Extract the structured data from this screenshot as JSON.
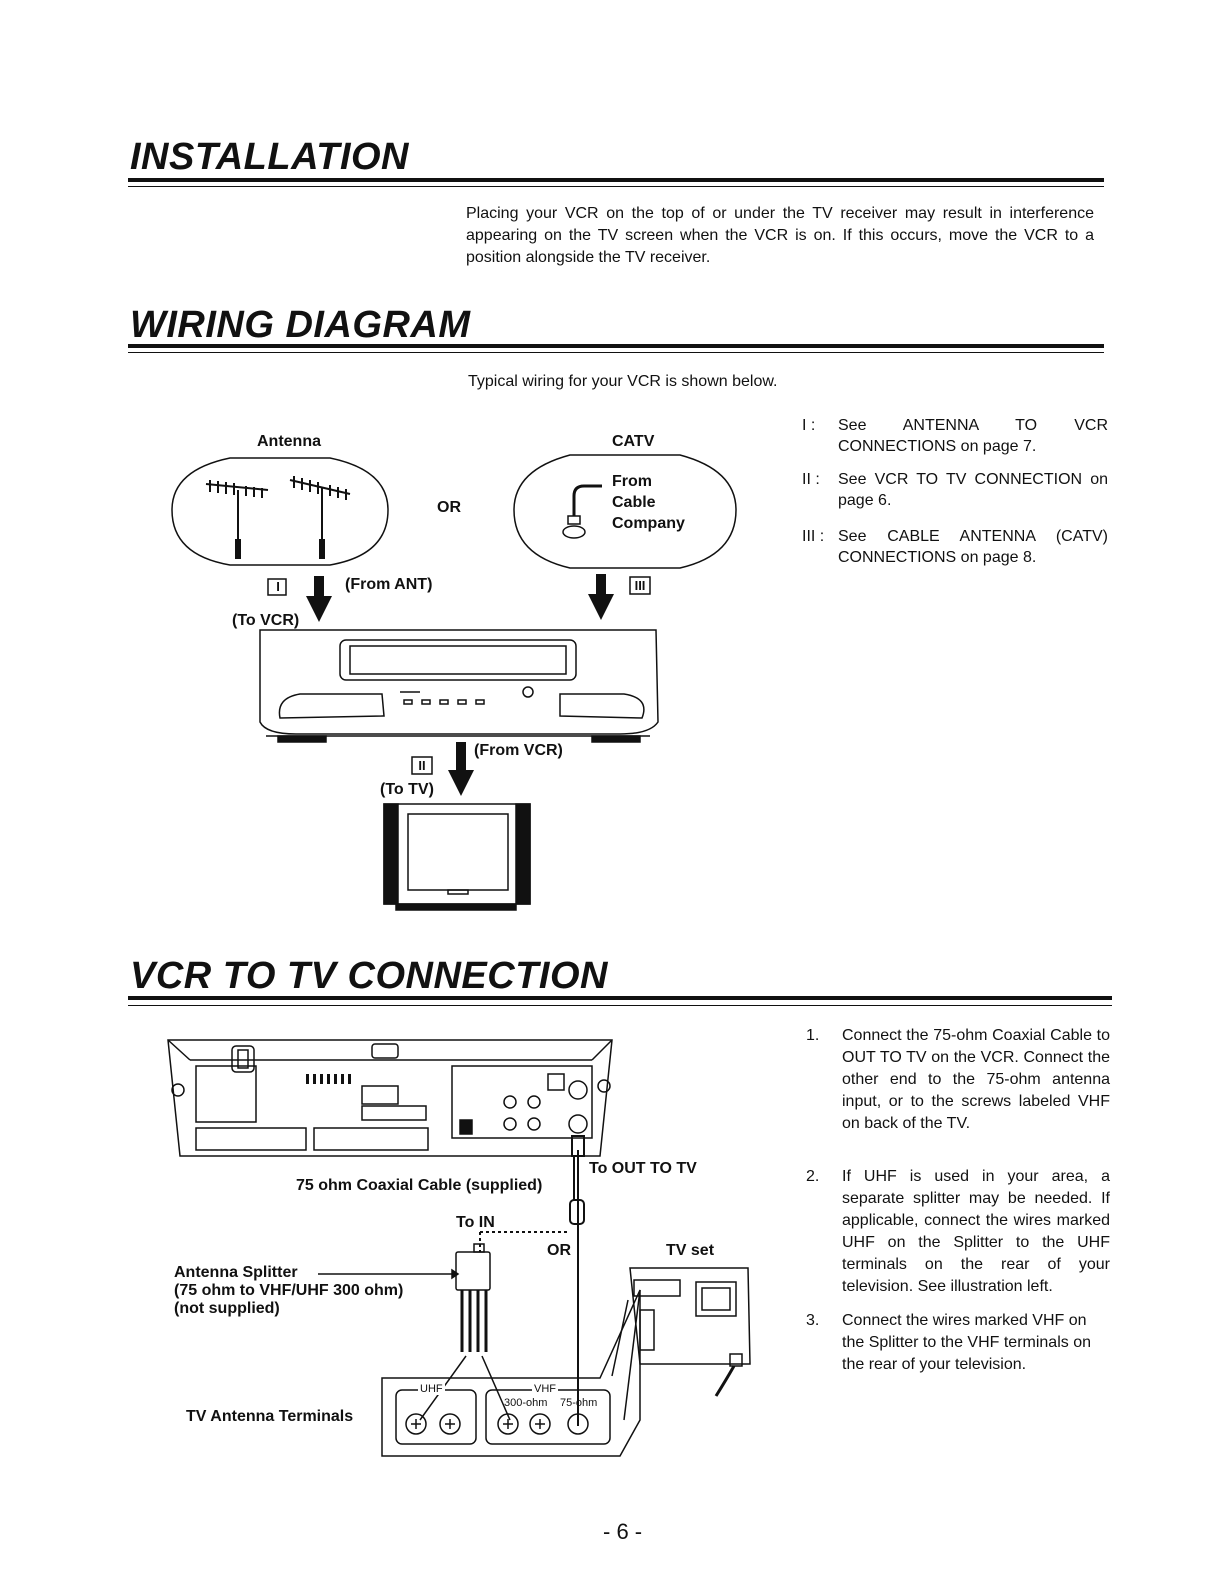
{
  "sections": {
    "installation": {
      "title": "INSTALLATION",
      "text": "Placing your VCR on the top of or under the TV receiver may result in interference appearing on the TV screen when the VCR is on. If this occurs, move the VCR to a position alongside the TV receiver."
    },
    "wiring": {
      "title": "WIRING DIAGRAM",
      "intro": "Typical wiring for your VCR is shown below.",
      "labels": {
        "antenna": "Antenna",
        "catv": "CATV",
        "or": "OR",
        "from_cable": "From",
        "cable": "Cable",
        "company": "Company",
        "from_ant": "(From ANT)",
        "to_vcr": "(To VCR)",
        "from_vcr": "(From VCR)",
        "to_tv": "(To TV)",
        "mark_1": "I",
        "mark_2": "II",
        "mark_3": "III"
      },
      "notes": [
        {
          "mark": "I :",
          "text": "See ANTENNA TO VCR CONNECTIONS on page 7."
        },
        {
          "mark": "II :",
          "text": "See VCR TO TV CONNECTION on page 6."
        },
        {
          "mark": "III :",
          "text": "See CABLE ANTENNA (CATV) CONNECTIONS on page 8."
        }
      ]
    },
    "vcr_to_tv": {
      "title": "VCR TO TV CONNECTION",
      "labels": {
        "coax": "75 ohm Coaxial Cable (supplied)",
        "to_out": "To OUT TO TV",
        "to_in": "To IN",
        "or": "OR",
        "tv_set": "TV set",
        "splitter_1": "Antenna Splitter",
        "splitter_2": "(75 ohm to VHF/UHF 300 ohm)",
        "splitter_3": "(not supplied)",
        "terminals": "TV Antenna Terminals",
        "uhf": "UHF",
        "vhf": "VHF",
        "ohm300": "300-ohm",
        "ohm75": "75-ohm"
      },
      "steps": [
        {
          "num": "1.",
          "text": "Connect the 75-ohm Coaxial Cable to OUT TO TV on the VCR. Connect the other end to the 75-ohm antenna input, or to the screws labeled VHF on back of the TV."
        },
        {
          "num": "2.",
          "text": "If UHF is used in your area, a separate splitter may be needed. If applicable, connect the wires marked UHF on the Splitter to the UHF terminals on the rear of your television. See illustration left."
        },
        {
          "num": "3.",
          "text": "Connect the wires marked VHF on the Splitter to the VHF terminals on the rear of your television."
        }
      ]
    }
  },
  "page_number": "- 6 -"
}
